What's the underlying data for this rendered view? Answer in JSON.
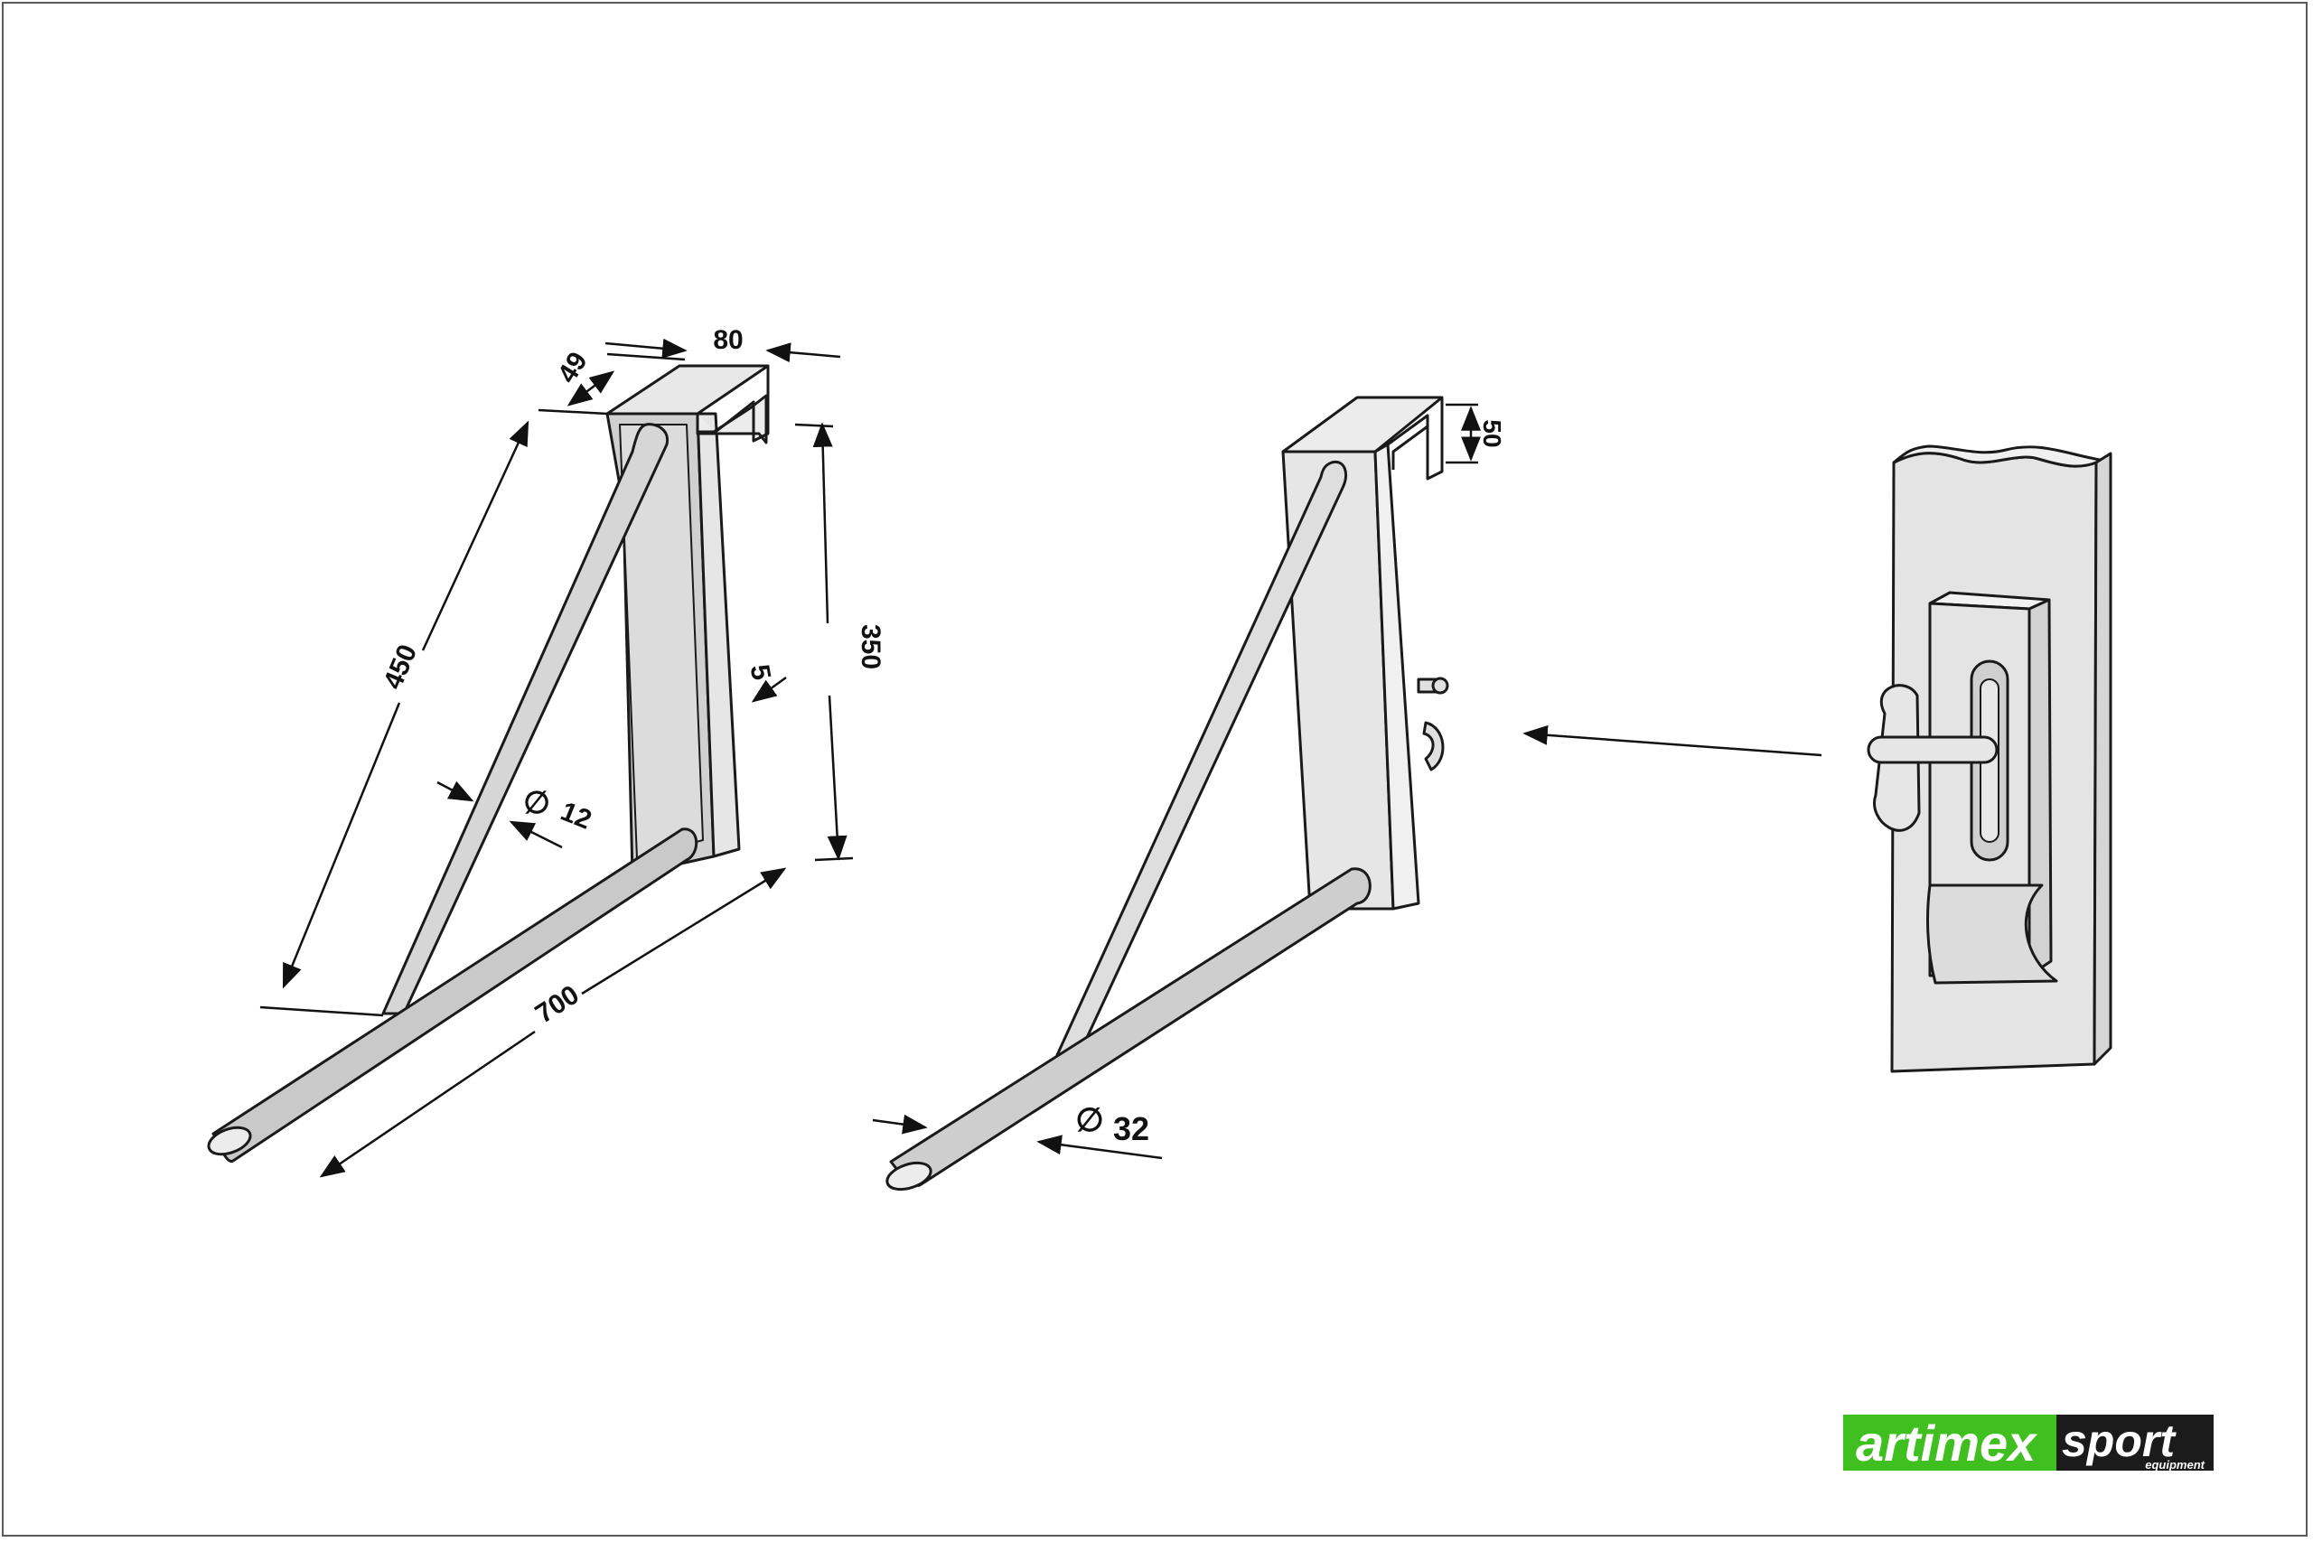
{
  "colors": {
    "outline": "#1a1a1a",
    "metal_fill": "#e4e4e4",
    "metal_shade": "#cfcfcf",
    "logo_green": "#3fc020",
    "logo_dark": "#1b1b1b"
  },
  "left_bracket": {
    "dims": {
      "top_width": "80",
      "top_depth": "49",
      "height": "350",
      "strut_length": "450",
      "plate_thickness": "5",
      "strut_diameter": "12",
      "rail_length": "700"
    }
  },
  "middle_bracket": {
    "dims": {
      "hook_height": "50",
      "rail_diameter": "32"
    }
  },
  "detail": {
    "icons": [
      "clamp-knob-icon",
      "arrow-left-icon"
    ]
  },
  "logo": {
    "brand": "artimex",
    "sport": "sport",
    "tagline": "equipment"
  }
}
